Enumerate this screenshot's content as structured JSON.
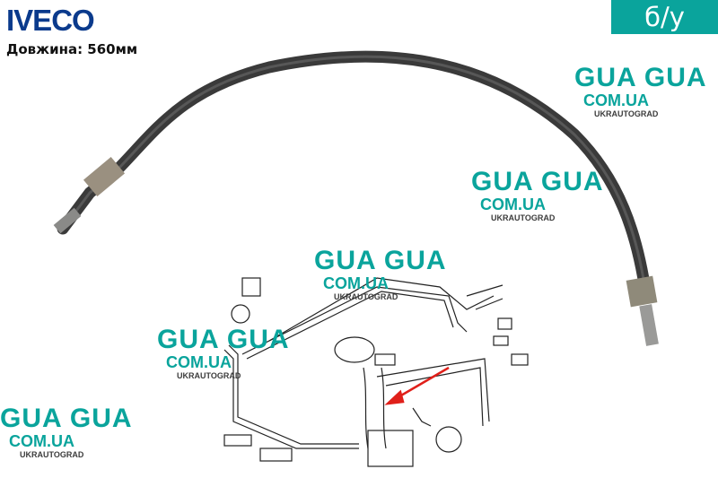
{
  "brand": "IVECO",
  "length_label": "Довжина: 560мм",
  "condition_badge": "б/у",
  "watermark": {
    "main": "GUA",
    "sub": "COM.UA",
    "small": "UKRAUTOGRAD"
  },
  "colors": {
    "brand": "#0a3a8c",
    "badge": "#0aa49c",
    "arrow": "#e0201a"
  }
}
